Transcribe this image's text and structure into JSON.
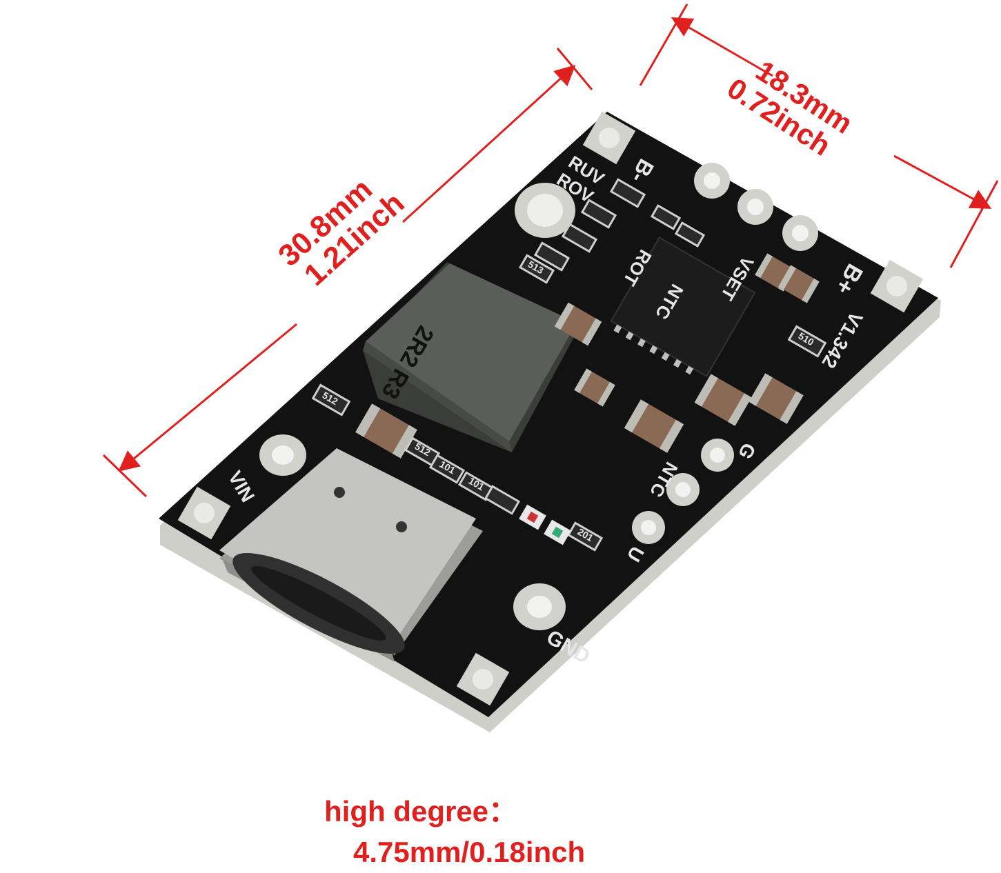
{
  "dimensions": {
    "length_mm": "30.8mm",
    "length_in": "1.21inch",
    "width_mm": "18.3mm",
    "width_in": "0.72inch",
    "height_label": "high degree：",
    "height_value": "4.75mm/0.18inch"
  },
  "board": {
    "labels": {
      "rov": "ROV",
      "ruv": "RUV",
      "b_minus": "B-",
      "b_plus": "B+",
      "vset": "VSET",
      "ntc": "NTC",
      "rot": "ROT",
      "version": "V1.342",
      "g": "G",
      "ntc2": "NTC",
      "u": "U",
      "gnd": "GND",
      "vin": "VIN",
      "inductor": "2R2 R3",
      "res_512": "512",
      "res_101a": "101",
      "res_101b": "101",
      "res_512b": "512",
      "res_201": "201",
      "res_510": "510",
      "res_513": "513"
    }
  },
  "colors": {
    "annotation": "#e0201e",
    "pcb": "#121212",
    "silkscreen": "#e6e6e6",
    "inductor": "#5a5e58",
    "capacitor": "#8a6a55",
    "connector": "#c4c4c0",
    "pad": "#d2d2cc"
  }
}
